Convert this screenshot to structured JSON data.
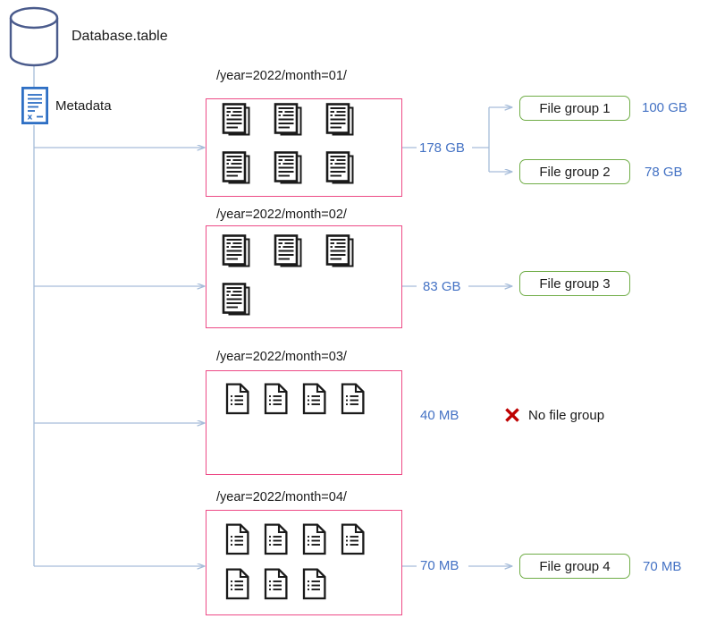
{
  "diagram": {
    "source": {
      "db_label": "Database.table",
      "db_icon": "database-cylinder-icon",
      "metadata_label": "Metadata",
      "metadata_icon": "metadata-document-icon"
    },
    "partitions": [
      {
        "path": "/year=2022/month=01/",
        "size": "178 GB",
        "file_icon": "stacked-documents-icon",
        "file_count": 6,
        "rows": [
          3,
          3
        ],
        "targets": [
          {
            "label": "File group 1",
            "size": "100 GB"
          },
          {
            "label": "File group 2",
            "size": "78 GB"
          }
        ]
      },
      {
        "path": "/year=2022/month=02/",
        "size": "83 GB",
        "file_icon": "stacked-documents-icon",
        "file_count": 4,
        "rows": [
          3,
          1
        ],
        "targets": [
          {
            "label": "File group 3",
            "size": ""
          }
        ]
      },
      {
        "path": "/year=2022/month=03/",
        "size": "40 MB",
        "file_icon": "single-file-icon",
        "file_count": 4,
        "rows": [
          4
        ],
        "no_group_label": "No file group",
        "no_group_icon": "red-x-icon",
        "targets": []
      },
      {
        "path": "/year=2022/month=04/",
        "size": "70 MB",
        "file_icon": "single-file-icon",
        "file_count": 7,
        "rows": [
          4,
          3
        ],
        "targets": [
          {
            "label": "File group 4",
            "size": "70 MB"
          }
        ]
      }
    ],
    "colors": {
      "partition_border": "#ED4A86",
      "filegroup_border": "#70AD47",
      "size_text": "#4472C4",
      "connector": "#A6BCD9",
      "db_stroke": "#4A5B8C",
      "metadata_border": "#2E6FC4",
      "x_mark": "#BE0000",
      "icon_stroke": "#1a1a1a"
    }
  }
}
